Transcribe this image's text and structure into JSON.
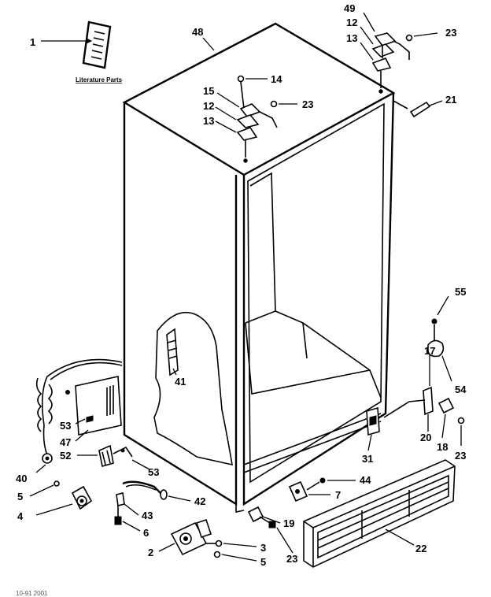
{
  "diagram": {
    "literature_label": "Literature Parts",
    "footer_code": "10-91 2001",
    "callouts": [
      {
        "id": "c-1",
        "text": "1"
      },
      {
        "id": "c-48a",
        "text": "48"
      },
      {
        "id": "c-49",
        "text": "49"
      },
      {
        "id": "c-12a",
        "text": "12"
      },
      {
        "id": "c-13a",
        "text": "13"
      },
      {
        "id": "c-23a",
        "text": "23"
      },
      {
        "id": "c-14",
        "text": "14"
      },
      {
        "id": "c-15",
        "text": "15"
      },
      {
        "id": "c-12b",
        "text": "12"
      },
      {
        "id": "c-13b",
        "text": "13"
      },
      {
        "id": "c-23b",
        "text": "23"
      },
      {
        "id": "c-21",
        "text": "21"
      },
      {
        "id": "c-55",
        "text": "55"
      },
      {
        "id": "c-41",
        "text": "41"
      },
      {
        "id": "c-17",
        "text": "17"
      },
      {
        "id": "c-54",
        "text": "54"
      },
      {
        "id": "c-53a",
        "text": "53"
      },
      {
        "id": "c-47",
        "text": "47"
      },
      {
        "id": "c-52",
        "text": "52"
      },
      {
        "id": "c-53b",
        "text": "53"
      },
      {
        "id": "c-40",
        "text": "40"
      },
      {
        "id": "c-20",
        "text": "20"
      },
      {
        "id": "c-18",
        "text": "18"
      },
      {
        "id": "c-23c",
        "text": "23"
      },
      {
        "id": "c-31",
        "text": "31"
      },
      {
        "id": "c-44",
        "text": "44"
      },
      {
        "id": "c-7",
        "text": "7"
      },
      {
        "id": "c-5a",
        "text": "5"
      },
      {
        "id": "c-42",
        "text": "42"
      },
      {
        "id": "c-4",
        "text": "4"
      },
      {
        "id": "c-43",
        "text": "43"
      },
      {
        "id": "c-19",
        "text": "19"
      },
      {
        "id": "c-6",
        "text": "6"
      },
      {
        "id": "c-22",
        "text": "22"
      },
      {
        "id": "c-3",
        "text": "3"
      },
      {
        "id": "c-2",
        "text": "2"
      },
      {
        "id": "c-5b",
        "text": "5"
      },
      {
        "id": "c-23d",
        "text": "23"
      }
    ]
  }
}
